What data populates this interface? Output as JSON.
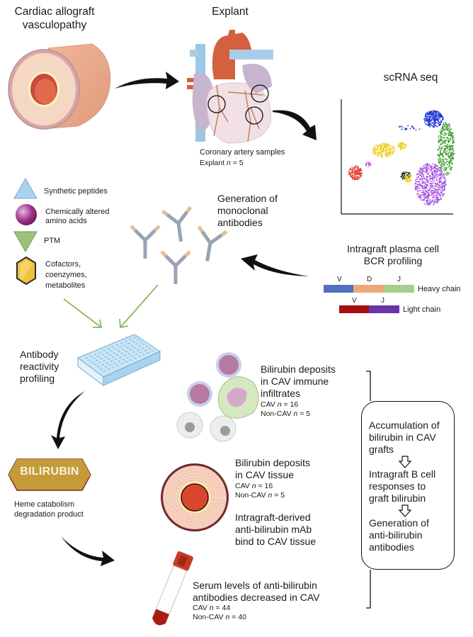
{
  "cav": {
    "title_line1": "Cardiac allograft",
    "title_line2": "vasculopathy"
  },
  "explant": {
    "title": "Explant",
    "caption": "Coronary artery samples",
    "n_label_prefix": "Explant ",
    "n_label_var": "n",
    "n_label_suffix": " = 5"
  },
  "scrna": {
    "title": "scRNA seq",
    "clusters": [
      {
        "name": "blue",
        "color": "#1f33d6"
      },
      {
        "name": "green",
        "color": "#3e9a2e"
      },
      {
        "name": "purple",
        "color": "#a24fe0"
      },
      {
        "name": "yellow",
        "color": "#f2cf24"
      },
      {
        "name": "red",
        "color": "#e0392b"
      },
      {
        "name": "magenta",
        "color": "#c04fd6"
      },
      {
        "name": "black",
        "color": "#222222"
      }
    ]
  },
  "legend": {
    "items": [
      {
        "shape": "triangle-up",
        "label_line1": "Synthetic peptides",
        "label_line2": "",
        "label_line3": "",
        "color": "#a9d3ee"
      },
      {
        "shape": "sphere",
        "label_line1": "Chemically altered",
        "label_line2": "amino acids",
        "label_line3": "",
        "color": "#a0358f"
      },
      {
        "shape": "triangle-down",
        "label_line1": "PTM",
        "label_line2": "",
        "label_line3": "",
        "color": "#9dc07c"
      },
      {
        "shape": "hexagon",
        "label_line1": "Cofactors,",
        "label_line2": "coenzymes,",
        "label_line3": "metabolites",
        "color": "#f0c13a"
      }
    ]
  },
  "mab": {
    "line1": "Generation of",
    "line2": "monoclonal",
    "line3": "antibodies"
  },
  "bcr": {
    "title_line1": "Intragraft plasma cell",
    "title_line2": "BCR profiling",
    "heavy": {
      "label": "Heavy chain",
      "segments": [
        {
          "name": "V",
          "color": "#4f71c0"
        },
        {
          "name": "D",
          "color": "#eba87a"
        },
        {
          "name": "J",
          "color": "#a6cf8b"
        }
      ]
    },
    "light": {
      "label": "Light chain",
      "segments": [
        {
          "name": "V",
          "color": "#a80f14"
        },
        {
          "name": "J",
          "color": "#6a35a8"
        }
      ]
    }
  },
  "profiling": {
    "line1": "Antibody",
    "line2": "reactivity",
    "line3": "profiling"
  },
  "infiltrates": {
    "line1": "Bilirubin deposits",
    "line2": "in CAV immune",
    "line3": "infiltrates",
    "cav_prefix": "CAV ",
    "cav_var": "n",
    "cav_suffix": " = 16",
    "noncav_prefix": "Non-CAV ",
    "noncav_var": "n",
    "noncav_suffix": " = 5"
  },
  "bilirubin": {
    "badge": "BILIRUBIN",
    "desc_line1": "Heme catabolism",
    "desc_line2": "degradation product",
    "badge_color": "#c39a35",
    "border_color": "#8e2a2a"
  },
  "tissue": {
    "line1": "Bilirubin deposits",
    "line2": "in CAV tissue",
    "cav_prefix": "CAV ",
    "cav_var": "n",
    "cav_suffix": " = 16",
    "noncav_prefix": "Non-CAV ",
    "noncav_var": "n",
    "noncav_suffix": " = 5"
  },
  "mab_bind": {
    "line1": "Intragraft-derived",
    "line2": "anti-bilirubin mAb",
    "line3": "bind to CAV tissue"
  },
  "serum": {
    "line1": "Serum levels of anti-bilirubin",
    "line2": "antibodies decreased in CAV",
    "cav_prefix": "CAV ",
    "cav_var": "n",
    "cav_suffix": " = 44",
    "noncav_prefix": "Non-CAV ",
    "noncav_var": "n",
    "noncav_suffix": " = 40"
  },
  "summary": {
    "step1_line1": "Accumulation of",
    "step1_line2": "bilirubin in CAV",
    "step1_line3": "grafts",
    "step2_line1": "Intragraft B cell",
    "step2_line2": "responses to",
    "step2_line3": "graft bilirubin",
    "step3_line1": "Generation of",
    "step3_line2": "anti-bilirubin",
    "step3_line3": "antibodies"
  }
}
